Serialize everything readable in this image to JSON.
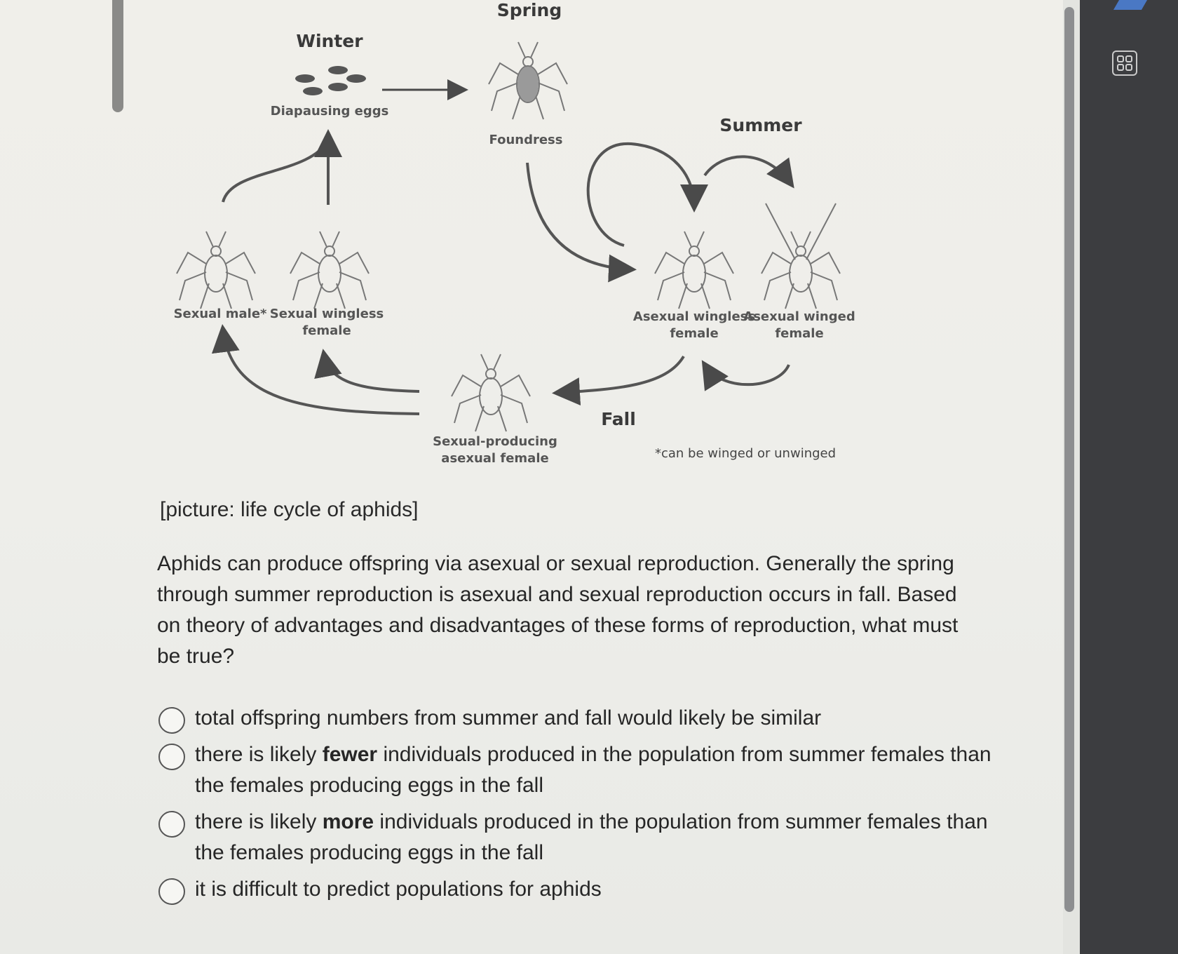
{
  "diagram": {
    "season_winter": "Winter",
    "season_spring": "Spring",
    "season_summer": "Summer",
    "season_fall": "Fall",
    "diapausing_eggs": "Diapausing eggs",
    "foundress": "Foundress",
    "sexual_male": "Sexual male*",
    "sexual_wingless_female_1": "Sexual wingless",
    "sexual_wingless_female_2": "female",
    "asexual_wingless_1": "Asexual wingless",
    "asexual_wingless_2": "female",
    "asexual_winged_1": "Asexual winged",
    "asexual_winged_2": "female",
    "sexual_producing_1": "Sexual-producing",
    "sexual_producing_2": "asexual female",
    "footnote": "*can be winged or unwinged"
  },
  "caption": "[picture: life cycle of aphids]",
  "question": "Aphids can produce offspring via asexual or sexual reproduction. Generally the spring through summer reproduction is asexual and sexual reproduction occurs in fall. Based on theory of advantages and disadvantages of these forms of reproduction, what must be true?",
  "options": [
    {
      "pre": "total offspring numbers from summer and fall would likely be similar",
      "bold": "",
      "post": ""
    },
    {
      "pre": "there is likely ",
      "bold": "fewer",
      "post": " individuals produced in the population from summer females than the females producing eggs in the fall"
    },
    {
      "pre": "there is likely ",
      "bold": "more",
      "post": " individuals produced in the population from summer females than the females producing eggs in the fall"
    },
    {
      "pre": "it is difficult to predict populations for aphids",
      "bold": "",
      "post": ""
    }
  ],
  "colors": {
    "arrow": "#4a4a4a",
    "insect": "#6b6b6b",
    "text": "#262626"
  }
}
